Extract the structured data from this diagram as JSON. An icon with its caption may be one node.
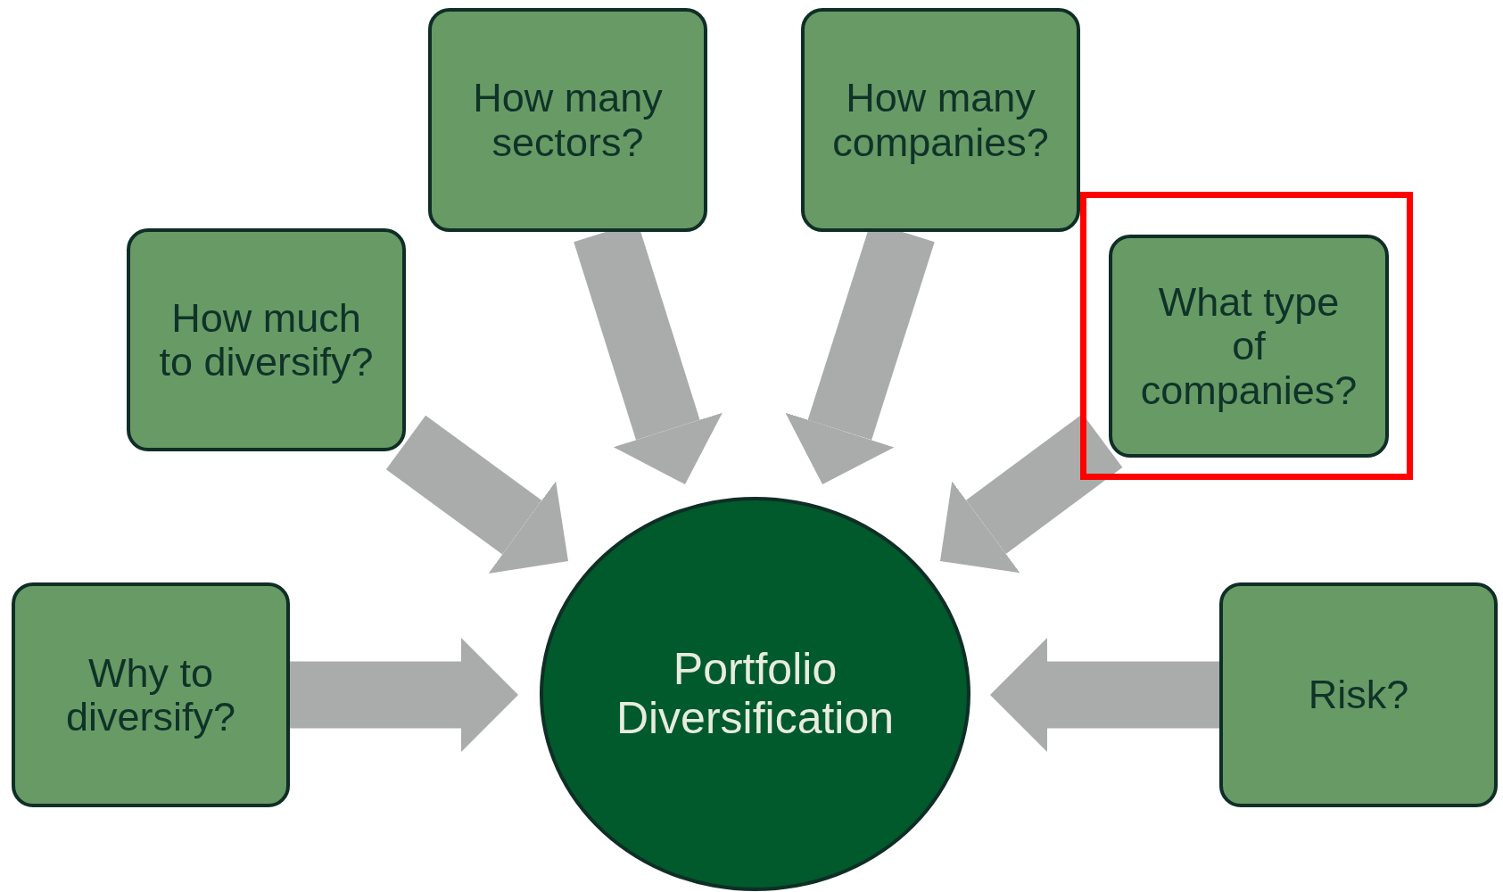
{
  "diagram": {
    "nodes": [
      {
        "text": [
          "How many sectors?"
        ]
      },
      {
        "text": [
          "How many companies?"
        ]
      },
      {
        "text": [
          "How much to diversify?"
        ]
      },
      {
        "text": [],
        "shape": "box"
      },
      {
        "text": [
          "What type of companies?"
        ],
        "in": 3
      },
      {
        "text": [
          "Why to diversify?"
        ]
      },
      {
        "text": [
          "Portfolio Diversification"
        ]
      },
      {
        "text": [
          "Risk?"
        ]
      }
    ],
    "edges": [
      {
        "from": 0,
        "to": 6,
        "arrow": "to"
      },
      {
        "from": 1,
        "to": 6,
        "arrow": "to"
      },
      {
        "from": 2,
        "to": 6,
        "arrow": "to"
      },
      {
        "from": 4,
        "to": 6,
        "arrow": "to"
      },
      {
        "from": 5,
        "to": 6,
        "arrow": "to"
      },
      {
        "from": 7,
        "to": 6,
        "arrow": "to"
      }
    ]
  }
}
